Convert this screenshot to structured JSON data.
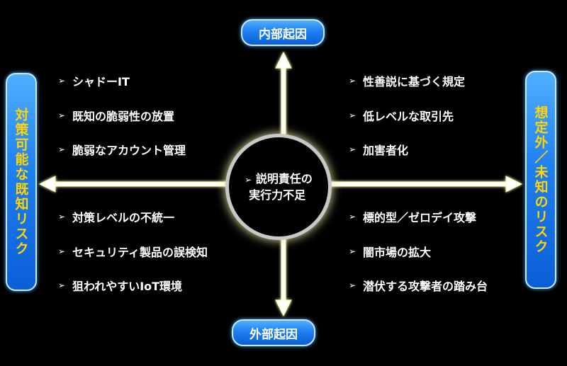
{
  "center": {
    "line1": "説明責任の",
    "line2": "実行力不足"
  },
  "labels": {
    "top": "内部起因",
    "bottom": "外部起因",
    "left": "対策可能な既知リスク",
    "right": "想定外／未知のリスク"
  },
  "bullet_glyph": "➢",
  "center_bullet": "➢",
  "quadrants": {
    "top_left": [
      "シャドーIT",
      "既知の脆弱性の放置",
      "脆弱なアカウント管理"
    ],
    "top_right": [
      "性善説に基づく規定",
      "低レベルな取引先",
      "加害者化"
    ],
    "bottom_left": [
      "対策レベルの不統一",
      "セキュリティ製品の誤検知",
      "狙われやすいIoT環境"
    ],
    "bottom_right": [
      "標的型／ゼロデイ攻撃",
      "闇市場の拡大",
      "潜伏する攻撃者の踏み台"
    ]
  },
  "colors": {
    "accent_yellow": "#ffd400",
    "pill_blue": "#1e7ff0",
    "arrow": "#ffffff"
  }
}
